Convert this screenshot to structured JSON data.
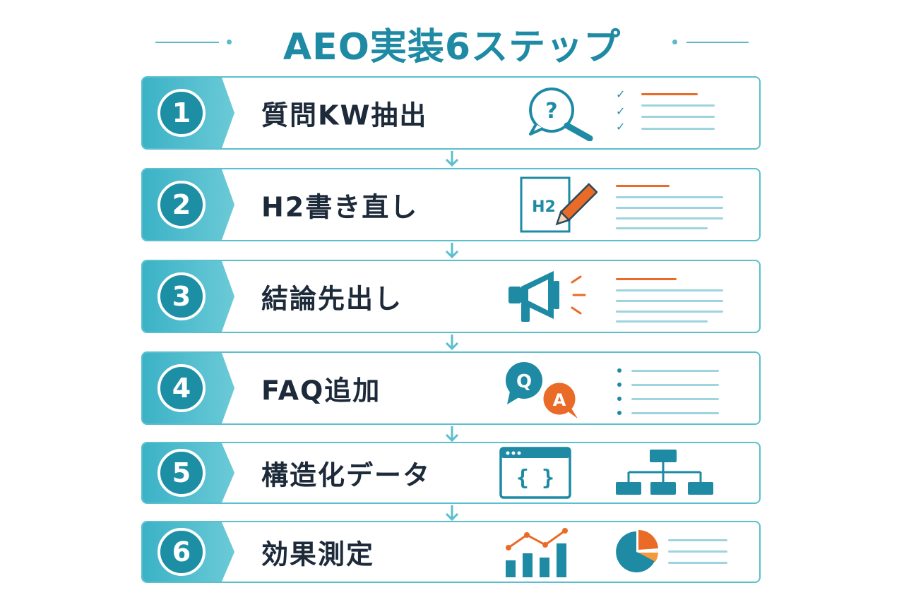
{
  "title": "AEO実装6ステップ",
  "colors": {
    "accent": "#1e8aa4",
    "light": "#5bbfcd",
    "orange": "#ea6b28",
    "text": "#1d2a3a"
  },
  "steps": [
    {
      "number": "1",
      "label": "質問KW抽出",
      "icon": "question-search-icon",
      "side": "checklist-icon"
    },
    {
      "number": "2",
      "label": "H2書き直し",
      "icon": "h2-edit-icon",
      "icon_text": "H2",
      "side": "text-lines-icon"
    },
    {
      "number": "3",
      "label": "結論先出し",
      "icon": "megaphone-icon",
      "side": "text-lines-icon"
    },
    {
      "number": "4",
      "label": "FAQ追加",
      "icon": "qa-bubbles-icon",
      "q": "Q",
      "a": "A",
      "side": "bullet-list-icon"
    },
    {
      "number": "5",
      "label": "構造化データ",
      "icon": "code-window-icon",
      "code": "{ }",
      "side": "hierarchy-icon"
    },
    {
      "number": "6",
      "label": "効果測定",
      "icon": "bar-line-chart-icon",
      "side": "pie-chart-icon"
    }
  ]
}
